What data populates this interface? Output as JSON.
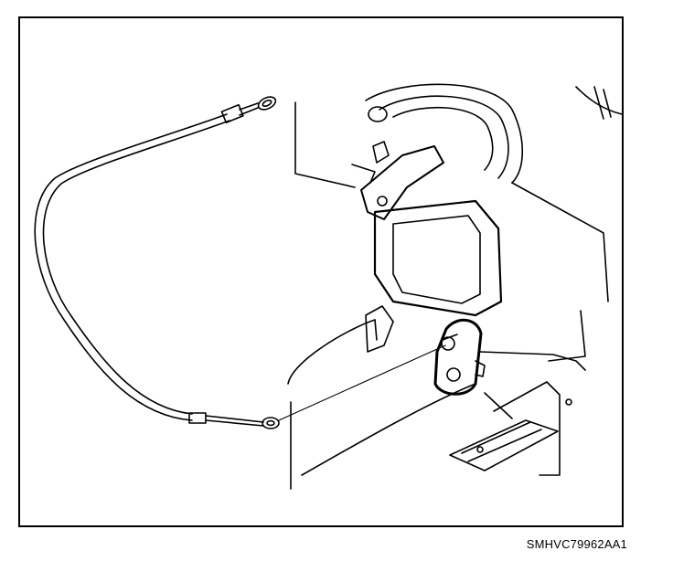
{
  "figure": {
    "id_label": "SMHVC79962AA1"
  },
  "components": [
    {
      "name": "control-cable",
      "shown": true
    },
    {
      "name": "cable-end-loop-upper",
      "shown": true
    },
    {
      "name": "cable-end-loop-lower",
      "shown": true
    },
    {
      "name": "heater-case-duct",
      "shown": true
    },
    {
      "name": "door-lever-upper",
      "shown": true
    },
    {
      "name": "door-lever-lower",
      "shown": true
    },
    {
      "name": "mounting-bracket",
      "shown": true
    }
  ],
  "colors": {
    "line": "#000000",
    "background": "#ffffff"
  }
}
